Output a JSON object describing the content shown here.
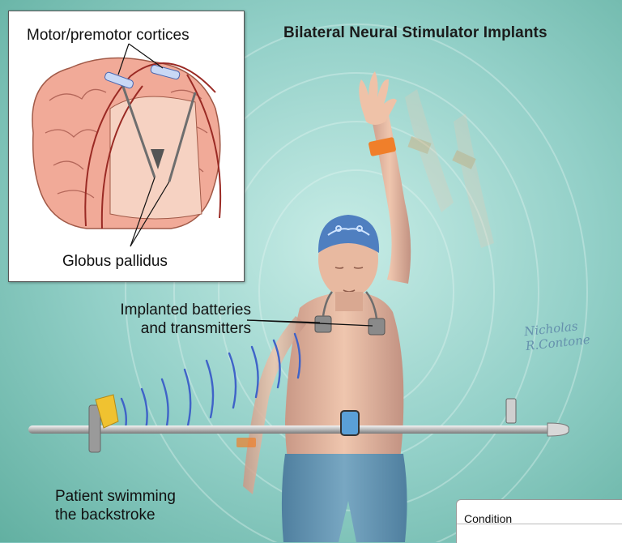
{
  "title": "Bilateral Neural Stimulator Implants",
  "inset": {
    "top_label": "Motor/premotor cortices",
    "bottom_label": "Globus pallidus"
  },
  "callouts": {
    "batteries_line1": "Implanted batteries",
    "batteries_line2": "and transmitters",
    "swimming_line1": "Patient swimming",
    "swimming_line2": "the backstroke"
  },
  "signature": {
    "line1": "Nicholas",
    "line2": "R.Contone"
  },
  "condition_panel": {
    "header": "Condition"
  },
  "colors": {
    "water": "#7fc4bd",
    "skin": "#e8b9a0",
    "cap": "#4f7fc0",
    "wristband": "#f07f2a",
    "brain": "#f1aa98",
    "shorts": "#5b8fb0"
  }
}
